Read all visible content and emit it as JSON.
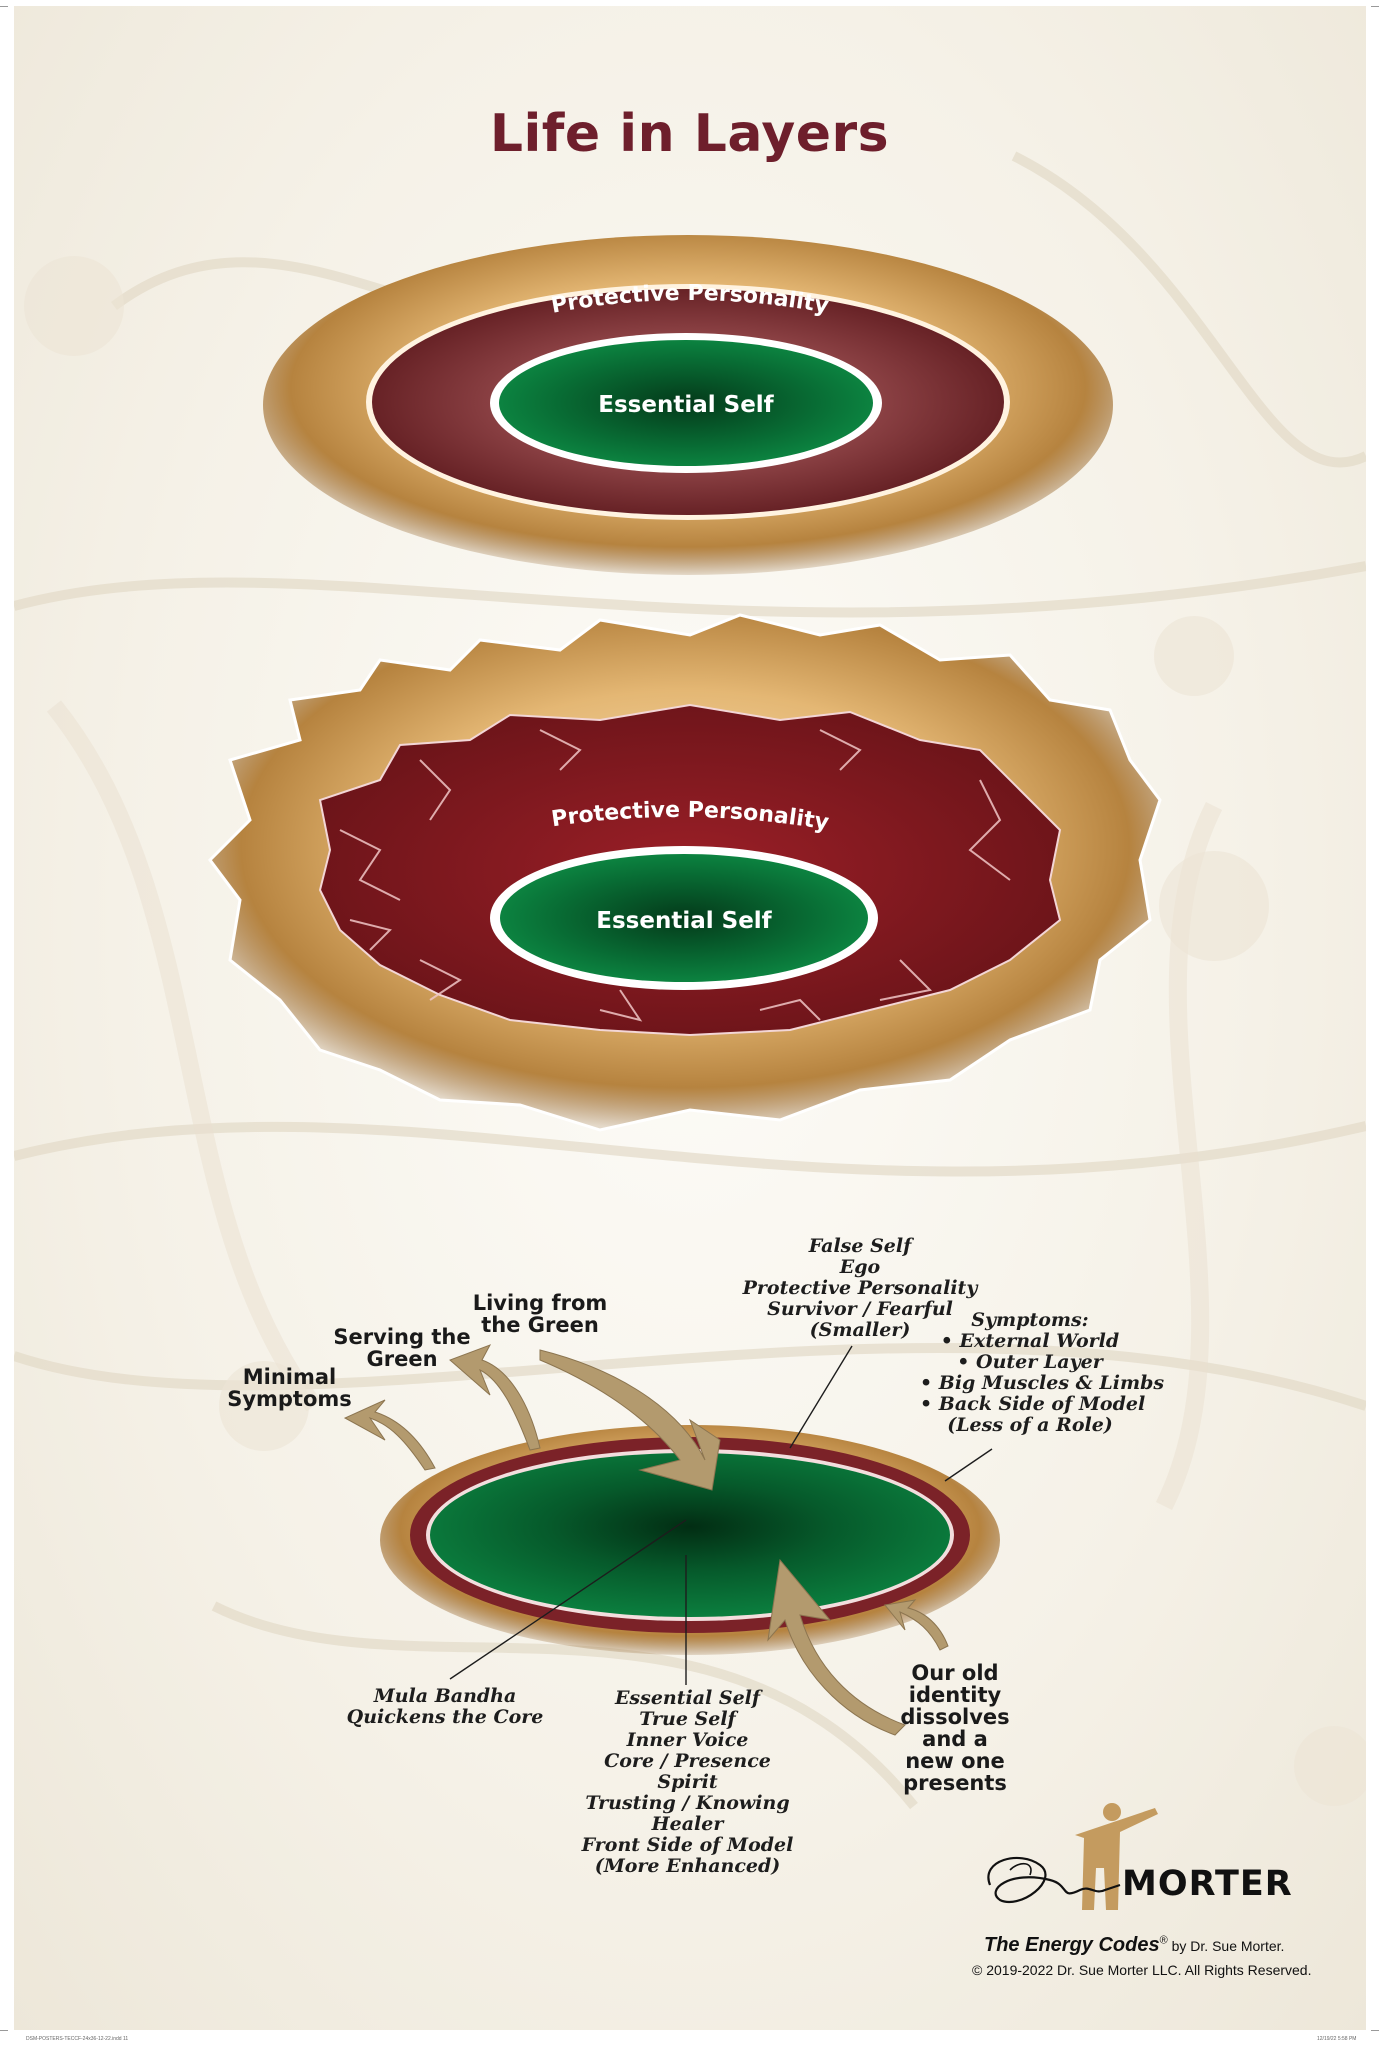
{
  "title": "Life in Layers",
  "diagram_top": {
    "outer_label": "Protective Personality",
    "inner_label": "Essential Self"
  },
  "diagram_middle": {
    "outer_label": "Protective Personality",
    "inner_label": "Essential Self"
  },
  "diagram_bottom": {
    "false_self": [
      "False Self",
      "Ego",
      "Protective Personality",
      "Survivor / Fearful",
      "(Smaller)"
    ],
    "symptoms": [
      "Symptoms:",
      "• External World",
      "• Outer Layer",
      "• Big Muscles & Limbs",
      "• Back Side of Model",
      "(Less of a Role)"
    ],
    "living_from_green": [
      "Living from",
      "the Green"
    ],
    "serving_the_green": [
      "Serving the",
      "Green"
    ],
    "minimal_symptoms": [
      "Minimal",
      "Symptoms"
    ],
    "mula_bandha": [
      "Mula Bandha",
      "Quickens the Core"
    ],
    "essential_self": [
      "Essential Self",
      "True Self",
      "Inner Voice",
      "Core / Presence",
      "Spirit",
      "Trusting / Knowing",
      "Healer",
      "Front Side of Model",
      "(More Enhanced)"
    ],
    "old_identity": [
      "Our old",
      "identity",
      "dissolves",
      "and a",
      "new one",
      "presents"
    ]
  },
  "logo": {
    "wordmark": "MORTER",
    "tagline_title": "The Energy Codes",
    "tagline_reg": "®",
    "tagline_by": " by Dr. Sue Morter.",
    "copyright": "© 2019-2022 Dr. Sue Morter LLC. All Rights Reserved."
  },
  "footer": {
    "left": "DSM-POSTERS-TECCF-24x36-12-22.indd 11",
    "right": "12/19/22 5:58 PM"
  },
  "colors": {
    "title": "#6e1f2c",
    "gold": "#c9974f",
    "maroon": "#6b1e24",
    "green": "#0b7a3c",
    "dark_green": "#064d22",
    "arrow": "#b39a6e"
  }
}
